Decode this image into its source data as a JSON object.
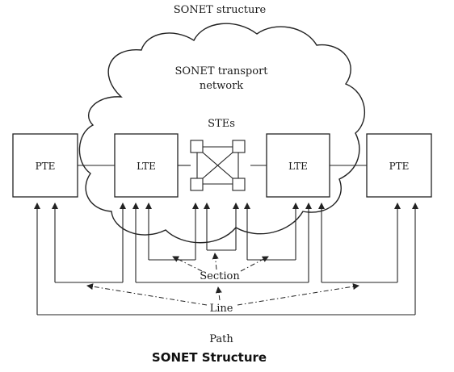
{
  "title": "SONET structure",
  "network_label_line1": "SONET transport",
  "network_label_line2": "network",
  "stes_label": "STEs",
  "devices": {
    "pte_left": "PTE",
    "lte_left": "LTE",
    "lte_right": "LTE",
    "pte_right": "PTE"
  },
  "levels": {
    "section": "Section",
    "line": "Line",
    "path": "Path"
  },
  "caption": "SONET Structure"
}
